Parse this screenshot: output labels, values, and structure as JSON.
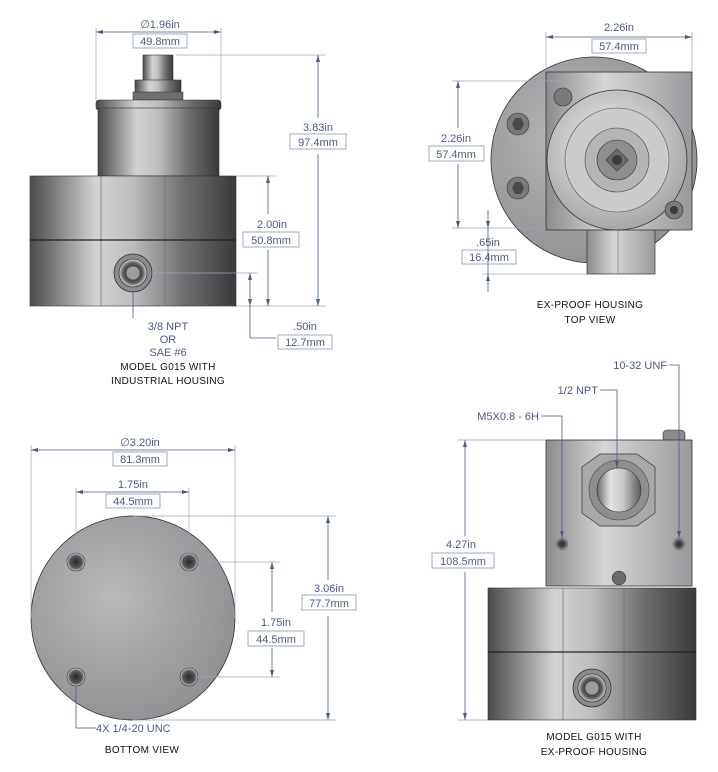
{
  "views": {
    "industrial": {
      "dia_in": "∅1.96in",
      "dia_mm": "49.8mm",
      "h_in": "3.83in",
      "h_mm": "97.4mm",
      "body_in": "2.00in",
      "body_mm": "50.8mm",
      "port_in": ".50in",
      "port_mm": "12.7mm",
      "port_label_1": "3/8 NPT",
      "port_label_2": "OR",
      "port_label_3": "SAE #6",
      "caption_1": "MODEL G015 WITH",
      "caption_2": "INDUSTRIAL HOUSING"
    },
    "top": {
      "w_in": "2.26in",
      "w_mm": "57.4mm",
      "h_in": "2.26in",
      "h_mm": "57.4mm",
      "off_in": ".65in",
      "off_mm": "16.4mm",
      "caption_1": "EX-PROOF HOUSING",
      "caption_2": "TOP VIEW"
    },
    "bottom": {
      "dia_in": "∅3.20in",
      "dia_mm": "81.3mm",
      "hole_w_in": "1.75in",
      "hole_w_mm": "44.5mm",
      "hole_h_in": "1.75in",
      "hole_h_mm": "44.5mm",
      "h_in": "3.06in",
      "h_mm": "77.7mm",
      "holes_label": "4X  1/4-20 UNC",
      "caption": "BOTTOM VIEW"
    },
    "exproof": {
      "unf": "10-32 UNF",
      "npt": "1/2 NPT",
      "m5": "M5X0.8 - 6H",
      "h_in": "4.27in",
      "h_mm": "108.5mm",
      "caption_1": "MODEL G015 WITH",
      "caption_2": "EX-PROOF HOUSING"
    }
  },
  "colors": {
    "dimension": "#4a5a86",
    "metal_dark": "#3d3d3f",
    "metal_light": "#cfcfd1"
  }
}
